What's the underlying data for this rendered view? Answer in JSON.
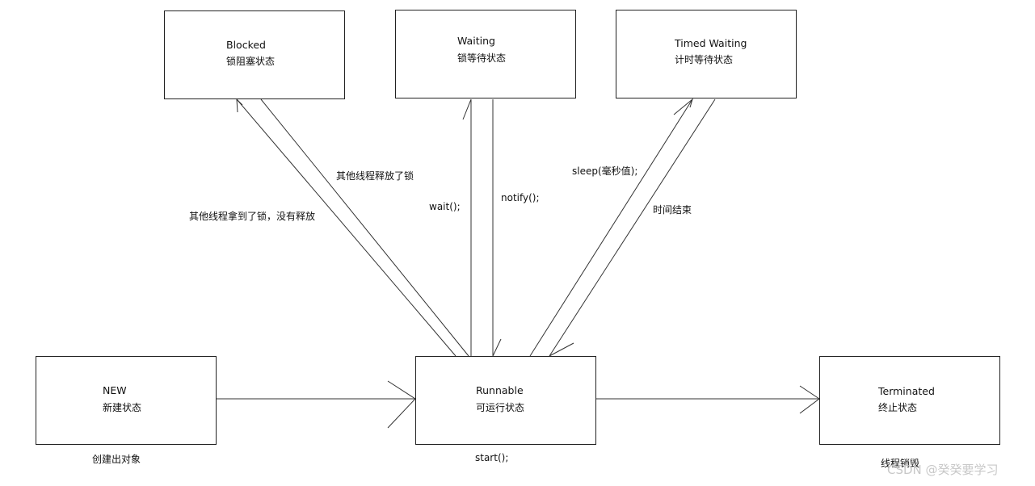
{
  "states": {
    "blocked": {
      "title": "Blocked",
      "subtitle": "锁阻塞状态"
    },
    "waiting": {
      "title": "Waiting",
      "subtitle": "锁等待状态"
    },
    "timed_waiting": {
      "title": "Timed Waiting",
      "subtitle": "计时等待状态"
    },
    "new": {
      "title": "NEW",
      "subtitle": "新建状态"
    },
    "runnable": {
      "title": "Runnable",
      "subtitle": "可运行状态"
    },
    "terminated": {
      "title": "Terminated",
      "subtitle": "终止状态"
    }
  },
  "transitions": {
    "lock_released": "其他线程释放了锁",
    "lock_taken": "其他线程拿到了锁，没有释放",
    "wait_call": "wait();",
    "notify_call": "notify();",
    "sleep_call": "sleep(毫秒值);",
    "time_up": "时间结束"
  },
  "notes": {
    "create_object": "创建出对象",
    "start_call": "start();",
    "thread_destroyed": "线程销毁"
  },
  "watermark": "CSDN @癸癸要学习"
}
